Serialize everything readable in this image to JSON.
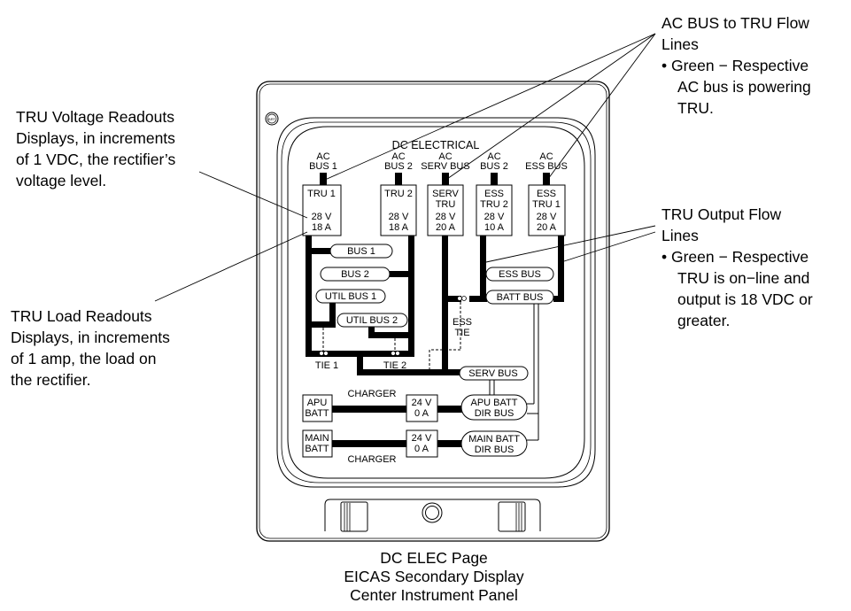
{
  "annotations": {
    "ac_flow": {
      "title_line1": "AC BUS to TRU Flow",
      "title_line2": "Lines",
      "bullet_line1": "• Green − Respective",
      "bullet_line2": "AC bus is powering",
      "bullet_line3": "TRU."
    },
    "tru_output": {
      "title_line1": "TRU Output Flow",
      "title_line2": "Lines",
      "bullet_line1": "• Green − Respective",
      "bullet_line2": "TRU is on−line and",
      "bullet_line3": "output is 18 VDC or",
      "bullet_line4": "greater."
    },
    "voltage": {
      "line1": "TRU Voltage Readouts",
      "line2": "Displays, in increments",
      "line3": "of 1 VDC, the rectifier’s",
      "line4": "voltage level."
    },
    "load": {
      "line1": "TRU Load Readouts",
      "line2": "Displays, in increments",
      "line3": "of 1 amp, the load on",
      "line4": "the rectifier."
    }
  },
  "caption": {
    "line1": "DC ELEC Page",
    "line2": "EICAS Secondary Display",
    "line3": "Center Instrument Panel"
  },
  "display": {
    "bright_knob": "BRT",
    "page_title": "DC ELECTRICAL",
    "ac_sources": [
      {
        "line1": "AC",
        "line2": "BUS 1"
      },
      {
        "line1": "AC",
        "line2": "BUS 2"
      },
      {
        "line1": "AC",
        "line2": "SERV BUS"
      },
      {
        "line1": "AC",
        "line2": "BUS 2"
      },
      {
        "line1": "AC",
        "line2": "ESS BUS"
      }
    ],
    "trus": [
      {
        "name1": "TRU 1",
        "name2": "",
        "voltage": "28 V",
        "load": "18 A"
      },
      {
        "name1": "TRU 2",
        "name2": "",
        "voltage": "28 V",
        "load": "18 A"
      },
      {
        "name1": "SERV",
        "name2": "TRU",
        "voltage": "28 V",
        "load": "20 A"
      },
      {
        "name1": "ESS",
        "name2": "TRU 2",
        "voltage": "28 V",
        "load": "10 A"
      },
      {
        "name1": "ESS",
        "name2": "TRU 1",
        "voltage": "28 V",
        "load": "20 A"
      }
    ],
    "buses": {
      "bus1": "BUS 1",
      "bus2": "BUS 2",
      "util_bus1": "UTIL BUS 1",
      "util_bus2": "UTIL BUS 2",
      "ess_bus": "ESS BUS",
      "batt_bus": "BATT BUS",
      "serv_bus": "SERV BUS",
      "apu_batt_dir_bus_1": "APU BATT",
      "apu_batt_dir_bus_2": "DIR BUS",
      "main_batt_dir_bus_1": "MAIN BATT",
      "main_batt_dir_bus_2": "DIR BUS"
    },
    "ties": {
      "tie1": "TIE 1",
      "tie2": "TIE 2",
      "ess_tie_1": "ESS",
      "ess_tie_2": "TIE"
    },
    "batteries": {
      "apu_1": "APU",
      "apu_2": "BATT",
      "main_1": "MAIN",
      "main_2": "BATT"
    },
    "chargers": {
      "label": "CHARGER",
      "apu_voltage": "24 V",
      "apu_load": "0 A",
      "main_voltage": "24 V",
      "main_load": "0 A"
    }
  }
}
